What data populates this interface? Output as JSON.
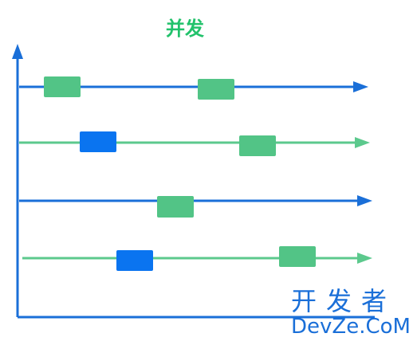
{
  "title": "并发",
  "colors": {
    "title": "#22c26b",
    "blue_line": "#1a6fd8",
    "green_line": "#5cc98d",
    "green_block": "#52c486",
    "blue_block": "#0a74f0",
    "axis": "#1a6fd8"
  },
  "timelines": [
    {
      "line_color": "blue",
      "blocks": [
        "green",
        "green"
      ]
    },
    {
      "line_color": "green",
      "blocks": [
        "blue",
        "green"
      ]
    },
    {
      "line_color": "blue",
      "blocks": [
        "green"
      ]
    },
    {
      "line_color": "green",
      "blocks": [
        "blue",
        "green"
      ]
    }
  ],
  "watermark": {
    "cn": "开发者",
    "en": "DevZe.CoM"
  }
}
